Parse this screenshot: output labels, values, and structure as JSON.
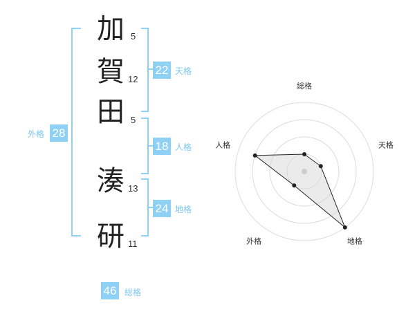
{
  "name_chars": [
    {
      "char": "加",
      "strokes": "5"
    },
    {
      "char": "賀",
      "strokes": "12"
    },
    {
      "char": "田",
      "strokes": "5"
    },
    {
      "char": "湊",
      "strokes": "13"
    },
    {
      "char": "研",
      "strokes": "11"
    }
  ],
  "fortunes": {
    "tenkaku": {
      "value": "22",
      "label": "天格"
    },
    "jinkaku": {
      "value": "18",
      "label": "人格"
    },
    "chikaku": {
      "value": "24",
      "label": "地格"
    },
    "gaikaku": {
      "value": "28",
      "label": "外格"
    },
    "soukaku": {
      "value": "46",
      "label": "総格"
    }
  },
  "colors": {
    "accent": "#8fd0f5",
    "text": "#222222"
  },
  "chart_data": {
    "type": "radar",
    "axes": [
      "総格",
      "天格",
      "地格",
      "外格",
      "人格"
    ],
    "values": [
      1,
      1,
      4,
      1,
      3
    ],
    "max": 4,
    "rings": 4
  }
}
